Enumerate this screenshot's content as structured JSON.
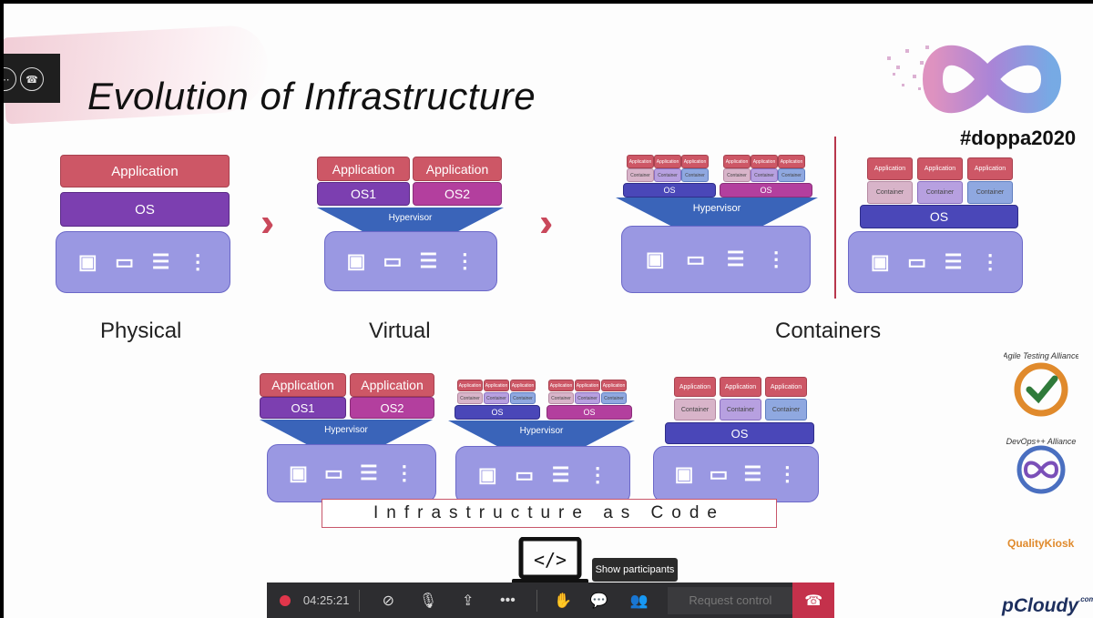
{
  "slide": {
    "title": "Evolution of Infrastructure",
    "hashtag": "#doppa2020"
  },
  "diagram": {
    "app_label": "Application",
    "os_label": "OS",
    "os1_label": "OS1",
    "os2_label": "OS2",
    "hypervisor_label": "Hypervisor",
    "container_label": "Container",
    "physical_label": "Physical",
    "virtual_label": "Virtual",
    "containers_label": "Containers",
    "iac_label": "Infrastructure as Code",
    "code_glyph": "</>"
  },
  "logos": {
    "ata": "Agile Testing Alliance",
    "devops": "DevOps++ Alliance",
    "qualitykiosk": "QualityKiosk",
    "pcloudy": "pCloudy",
    "pcloudy_suffix": ".com"
  },
  "meeting": {
    "timer": "04:25:21",
    "tooltip": "Show participants",
    "request_control": "Request control"
  },
  "colors": {
    "app": "#cd5766",
    "os": "#7c3fb0",
    "hypervisor": "#3a64b9",
    "hardware": "#9a98e2",
    "hangup": "#c4314b"
  }
}
